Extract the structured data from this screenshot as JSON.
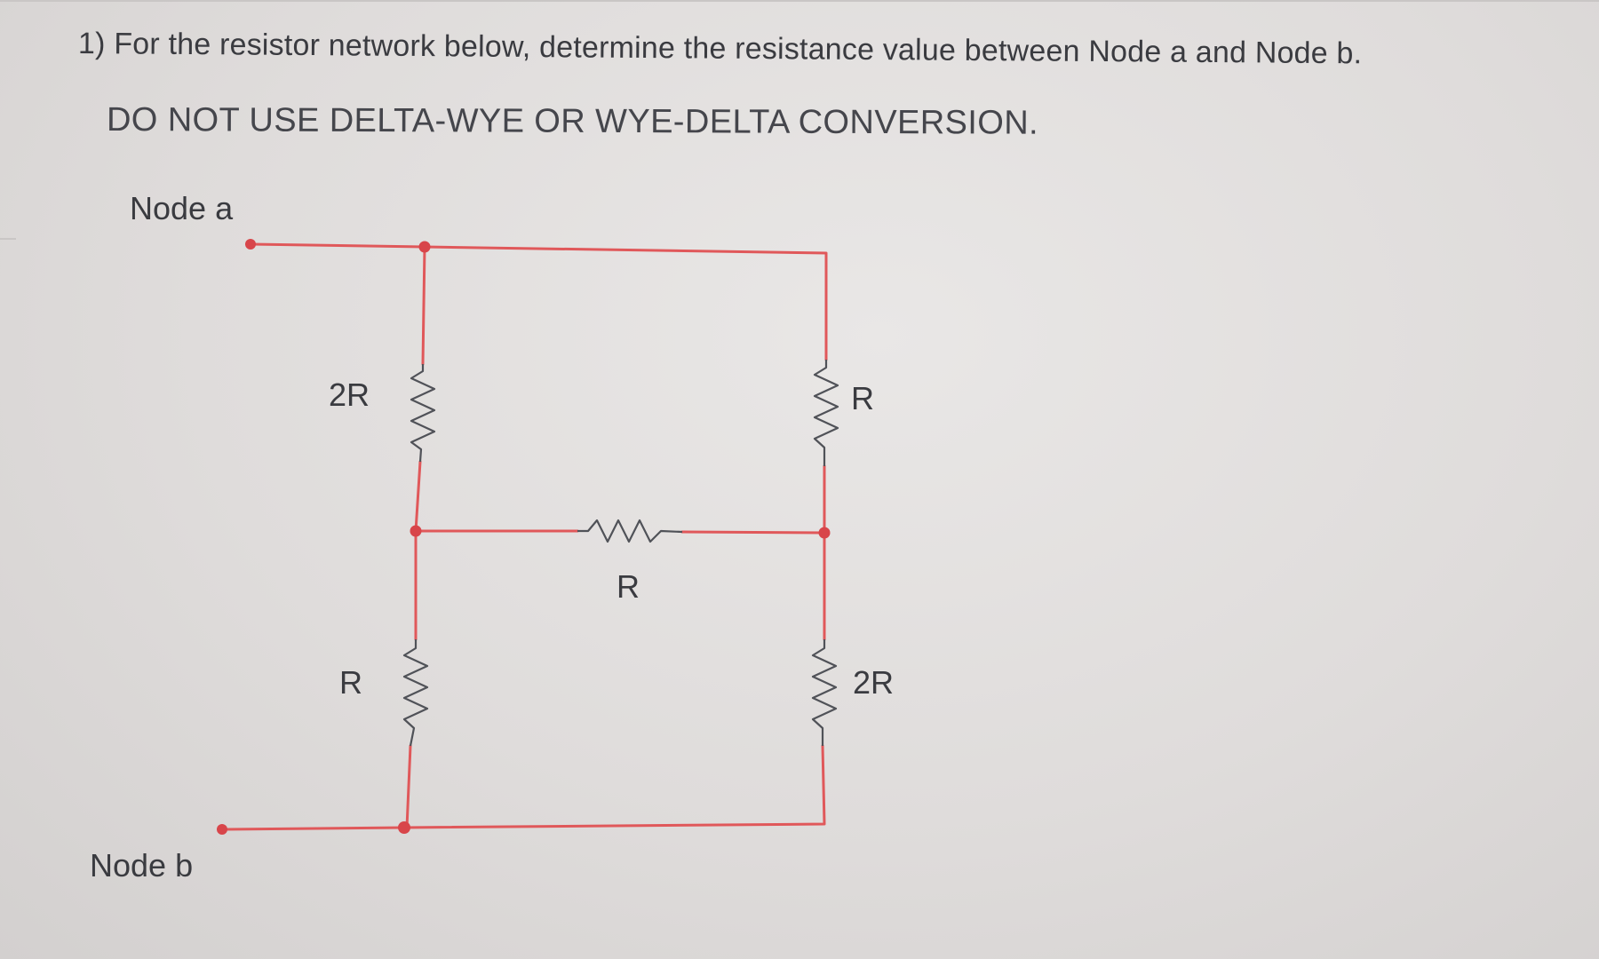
{
  "question": {
    "title": "1) For the resistor network below, determine the resistance value between Node a and Node b.",
    "instruction": "DO NOT USE DELTA-WYE OR WYE-DELTA CONVERSION."
  },
  "nodes": {
    "a": "Node a",
    "b": "Node b"
  },
  "resistors": {
    "left_top": "2R",
    "right_top": "R",
    "middle": "R",
    "left_bottom": "R",
    "right_bottom": "2R"
  },
  "colors": {
    "wire": "#e0585a",
    "node_dot": "#d8454a",
    "resistor": "#505258",
    "text": "#3a3b40"
  }
}
